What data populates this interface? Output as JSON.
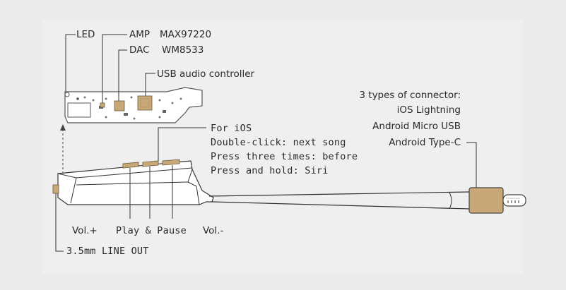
{
  "labels": {
    "led": "LED",
    "amp": "AMP",
    "amp_chip": "MAX97220",
    "dac": "DAC",
    "dac_chip": "WM8533",
    "usb_controller": "USB audio controller",
    "connector_title": "3 types of connector:",
    "connector_ios": "iOS Lightning",
    "connector_android_micro": "Android Micro USB",
    "connector_android_typec": "Android Type-C",
    "ios_title": "For iOS",
    "ios_double_click": "Double-click:  next song",
    "ios_three_times": "Press three times: before",
    "ios_hold": "Press and hold: Siri",
    "vol_plus": "Vol.+",
    "play_pause": "Play & Pause",
    "vol_minus": "Vol.-",
    "line_out": "3.5mm LINE OUT"
  },
  "colors": {
    "background": "#ebebeb",
    "line": "#333333",
    "gold": "#c8a876",
    "pcb_fill": "#ffffff"
  }
}
